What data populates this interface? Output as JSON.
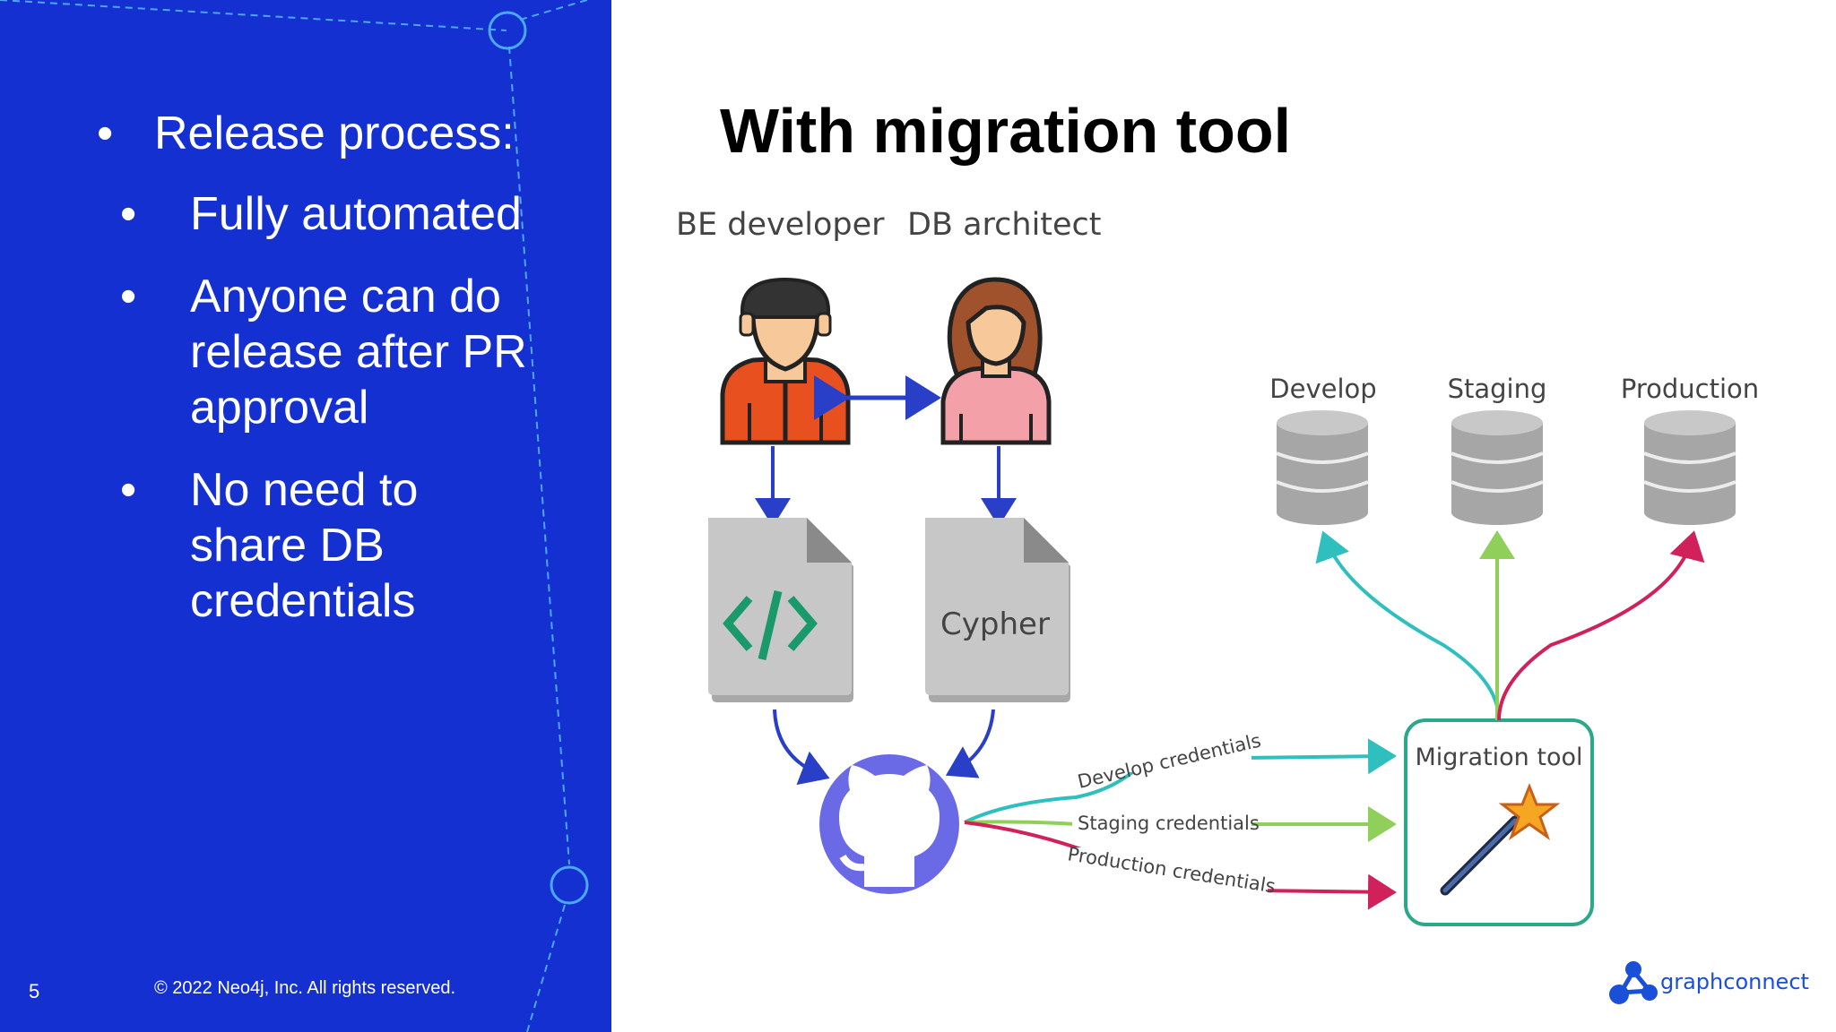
{
  "slide": {
    "number": "5",
    "copyright": "© 2022 Neo4j, Inc. All rights reserved.",
    "title": "With migration tool"
  },
  "bullets": {
    "main": "Release process:",
    "sub": [
      "Fully automated",
      "Anyone can do release after PR approval",
      "No need to share DB credentials"
    ]
  },
  "diagram": {
    "roles": {
      "be_developer": "BE developer",
      "db_architect": "DB architect"
    },
    "cypher_file": "Cypher",
    "databases": [
      "Develop",
      "Staging",
      "Production"
    ],
    "credentials": [
      "Develop credentials",
      "Staging credentials",
      "Production credentials"
    ],
    "migration_tool": "Migration tool",
    "logo_text": "graphconnect"
  },
  "colors": {
    "left_panel": "#1530d0",
    "develop": "#2fbfbf",
    "staging": "#8fcf5a",
    "production": "#d0215a",
    "arrow_blue": "#2a3fc8",
    "github": "#6a6ae6",
    "tool_border": "#2aa88a"
  }
}
